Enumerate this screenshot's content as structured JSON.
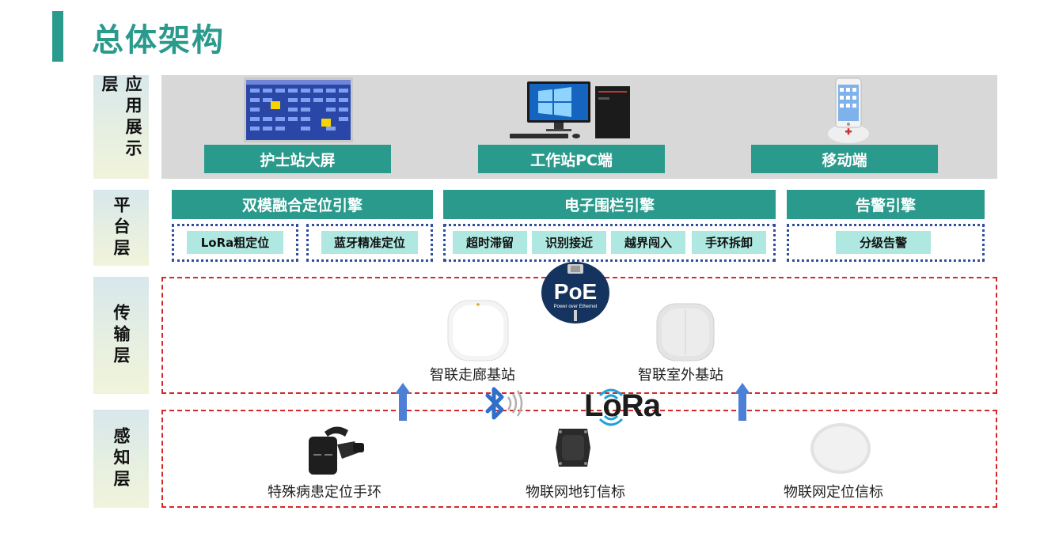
{
  "title": "总体架构",
  "layers": {
    "application": "应用展示层",
    "platform": "平台层",
    "transport": "传输层",
    "perception": "感知层"
  },
  "application": {
    "items": [
      "护士站大屏",
      "工作站PC端",
      "移动端"
    ]
  },
  "platform": {
    "engines": [
      {
        "name": "双模融合定位引擎",
        "chips": [
          "LoRa粗定位",
          "蓝牙精准定位"
        ]
      },
      {
        "name": "电子围栏引擎",
        "chips": [
          "超时滞留",
          "识别接近",
          "越界闯入",
          "手环拆卸"
        ]
      },
      {
        "name": "告警引擎",
        "chips": [
          "分级告警"
        ]
      }
    ]
  },
  "transport": {
    "devices": [
      "智联走廊基站",
      "智联室外基站"
    ],
    "poe": {
      "big": "PoE",
      "small": "Power over Ethernet"
    }
  },
  "perception": {
    "devices": [
      "特殊病患定位手环",
      "物联网地钉信标",
      "物联网定位信标"
    ],
    "lora_logo": "LoRa"
  },
  "colors": {
    "accent": "#2a9a8c",
    "chip": "#aee8e0",
    "dashed": "#d72828",
    "dotted": "#2f4f9e",
    "arrow": "#4e7fd6"
  }
}
